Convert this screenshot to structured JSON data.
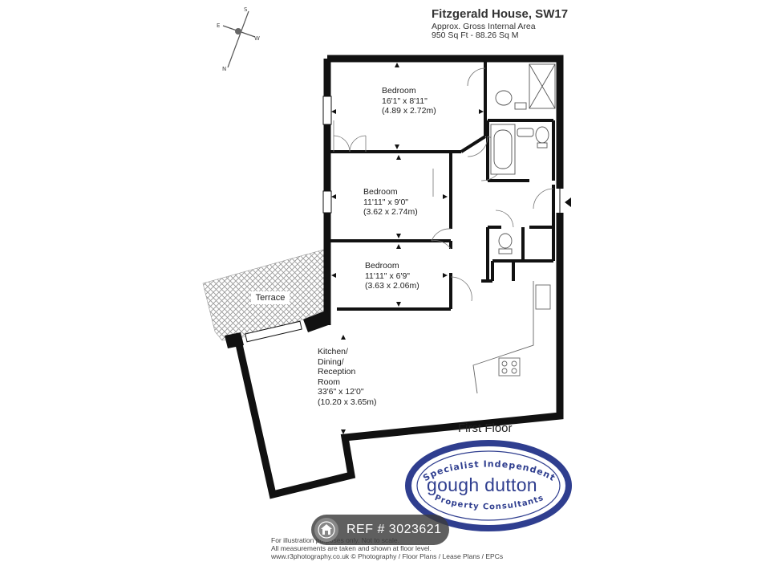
{
  "header": {
    "title": "Fitzgerald House, SW17",
    "area_label": "Approx. Gross Internal Area",
    "area_value": "950 Sq Ft  -  88.26 Sq M"
  },
  "compass": {
    "n": "N",
    "s": "S",
    "e": "E",
    "w": "W"
  },
  "rooms": {
    "bedroom1": {
      "name": "Bedroom",
      "imperial": "16'1\" x 8'11\"",
      "metric": "(4.89 x 2.72m)"
    },
    "bedroom2": {
      "name": "Bedroom",
      "imperial": "11'11\" x 9'0\"",
      "metric": "(3.62 x 2.74m)"
    },
    "bedroom3": {
      "name": "Bedroom",
      "imperial": "11'11\" x 6'9\"",
      "metric": "(3.63 x 2.06m)"
    },
    "terrace": {
      "name": "Terrace"
    },
    "kitchen": {
      "line1": "Kitchen/",
      "line2": "Dining/",
      "line3": "Reception",
      "line4": "Room",
      "imperial": "33'6\" x 12'0\"",
      "metric": "(10.20 x 3.65m)"
    }
  },
  "floor_label": "First Floor",
  "logo": {
    "top_text": "Specialist Independent",
    "name": "gough dutton",
    "bottom_text": "Property Consultants",
    "color": "#2f3e8f"
  },
  "watermark": {
    "text": "REF # 3023621",
    "icon": "home-icon"
  },
  "footer": {
    "line1": "For illustration purposes only. Not to scale.",
    "line2": "All measurements are taken and shown at floor level.",
    "line3": "www.r3photography.co.uk © Photography / Floor Plans / Lease Plans / EPCs"
  },
  "colors": {
    "wall": "#111111",
    "hatch": "#999999",
    "accent": "#2f3e8f"
  }
}
